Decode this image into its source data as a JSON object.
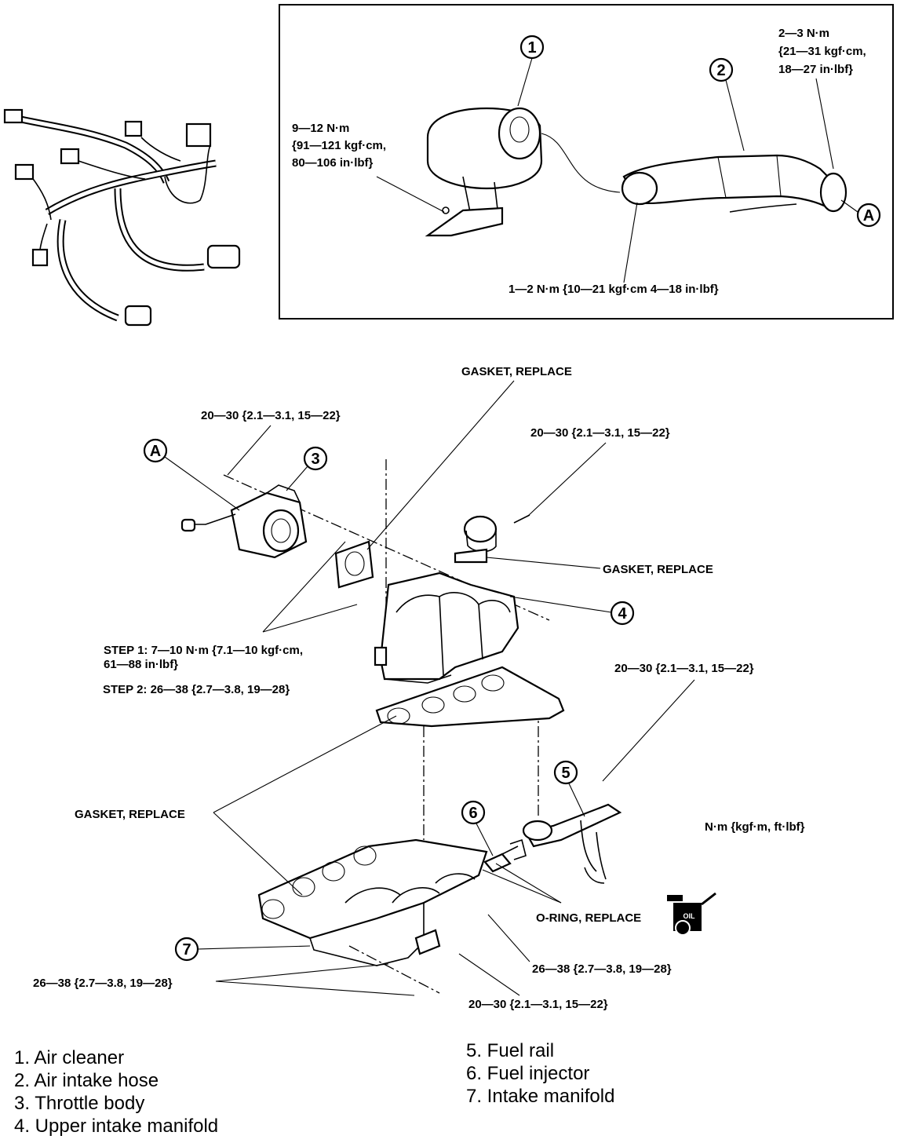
{
  "inset": {
    "torque_air_cleaner": [
      "9—12 N·m",
      "{91—121 kgf·cm,",
      "80—106 in·lbf}"
    ],
    "torque_hose_clamp_end": [
      "2—3 N·m",
      "{21—31 kgf·cm,",
      "18—27 in·lbf}"
    ],
    "torque_hose_clamp_mid": "1—2 N·m {10—21 kgf·cm 4—18 in·lbf}"
  },
  "callouts": {
    "c1": "1",
    "c2": "2",
    "c3": "3",
    "c4": "4",
    "c5": "5",
    "c6": "6",
    "c7": "7",
    "a_inset": "A",
    "a_main": "A"
  },
  "labels": {
    "gasket_top": "GASKET, REPLACE",
    "torque_throttle": "20—30 {2.1—3.1, 15—22}",
    "torque_egr": "20—30 {2.1—3.1, 15—22}",
    "gasket_egr": "GASKET, REPLACE",
    "step1": [
      "STEP 1: 7—10 N·m {7.1—10 kgf·cm,",
      "61—88 in·lbf}"
    ],
    "step2": "STEP 2: 26—38 {2.7—3.8, 19—28}",
    "torque_fuel_rail": "20—30 {2.1—3.1, 15—22}",
    "gasket_lower": "GASKET, REPLACE",
    "units": "N·m {kgf·m, ft·lbf}",
    "oring": "O-RING, REPLACE",
    "oil_icon": "OIL",
    "torque_lower_right": "26—38 {2.7—3.8, 19—28}",
    "torque_lower_left": "26—38 {2.7—3.8, 19—28}",
    "torque_bottom": "20—30 {2.1—3.1, 15—22}"
  },
  "legend_left": [
    "1. Air cleaner",
    "2. Air intake hose",
    "3. Throttle body",
    "4. Upper intake manifold"
  ],
  "legend_right": [
    "5. Fuel rail",
    "6. Fuel injector",
    "7. Intake manifold"
  ]
}
